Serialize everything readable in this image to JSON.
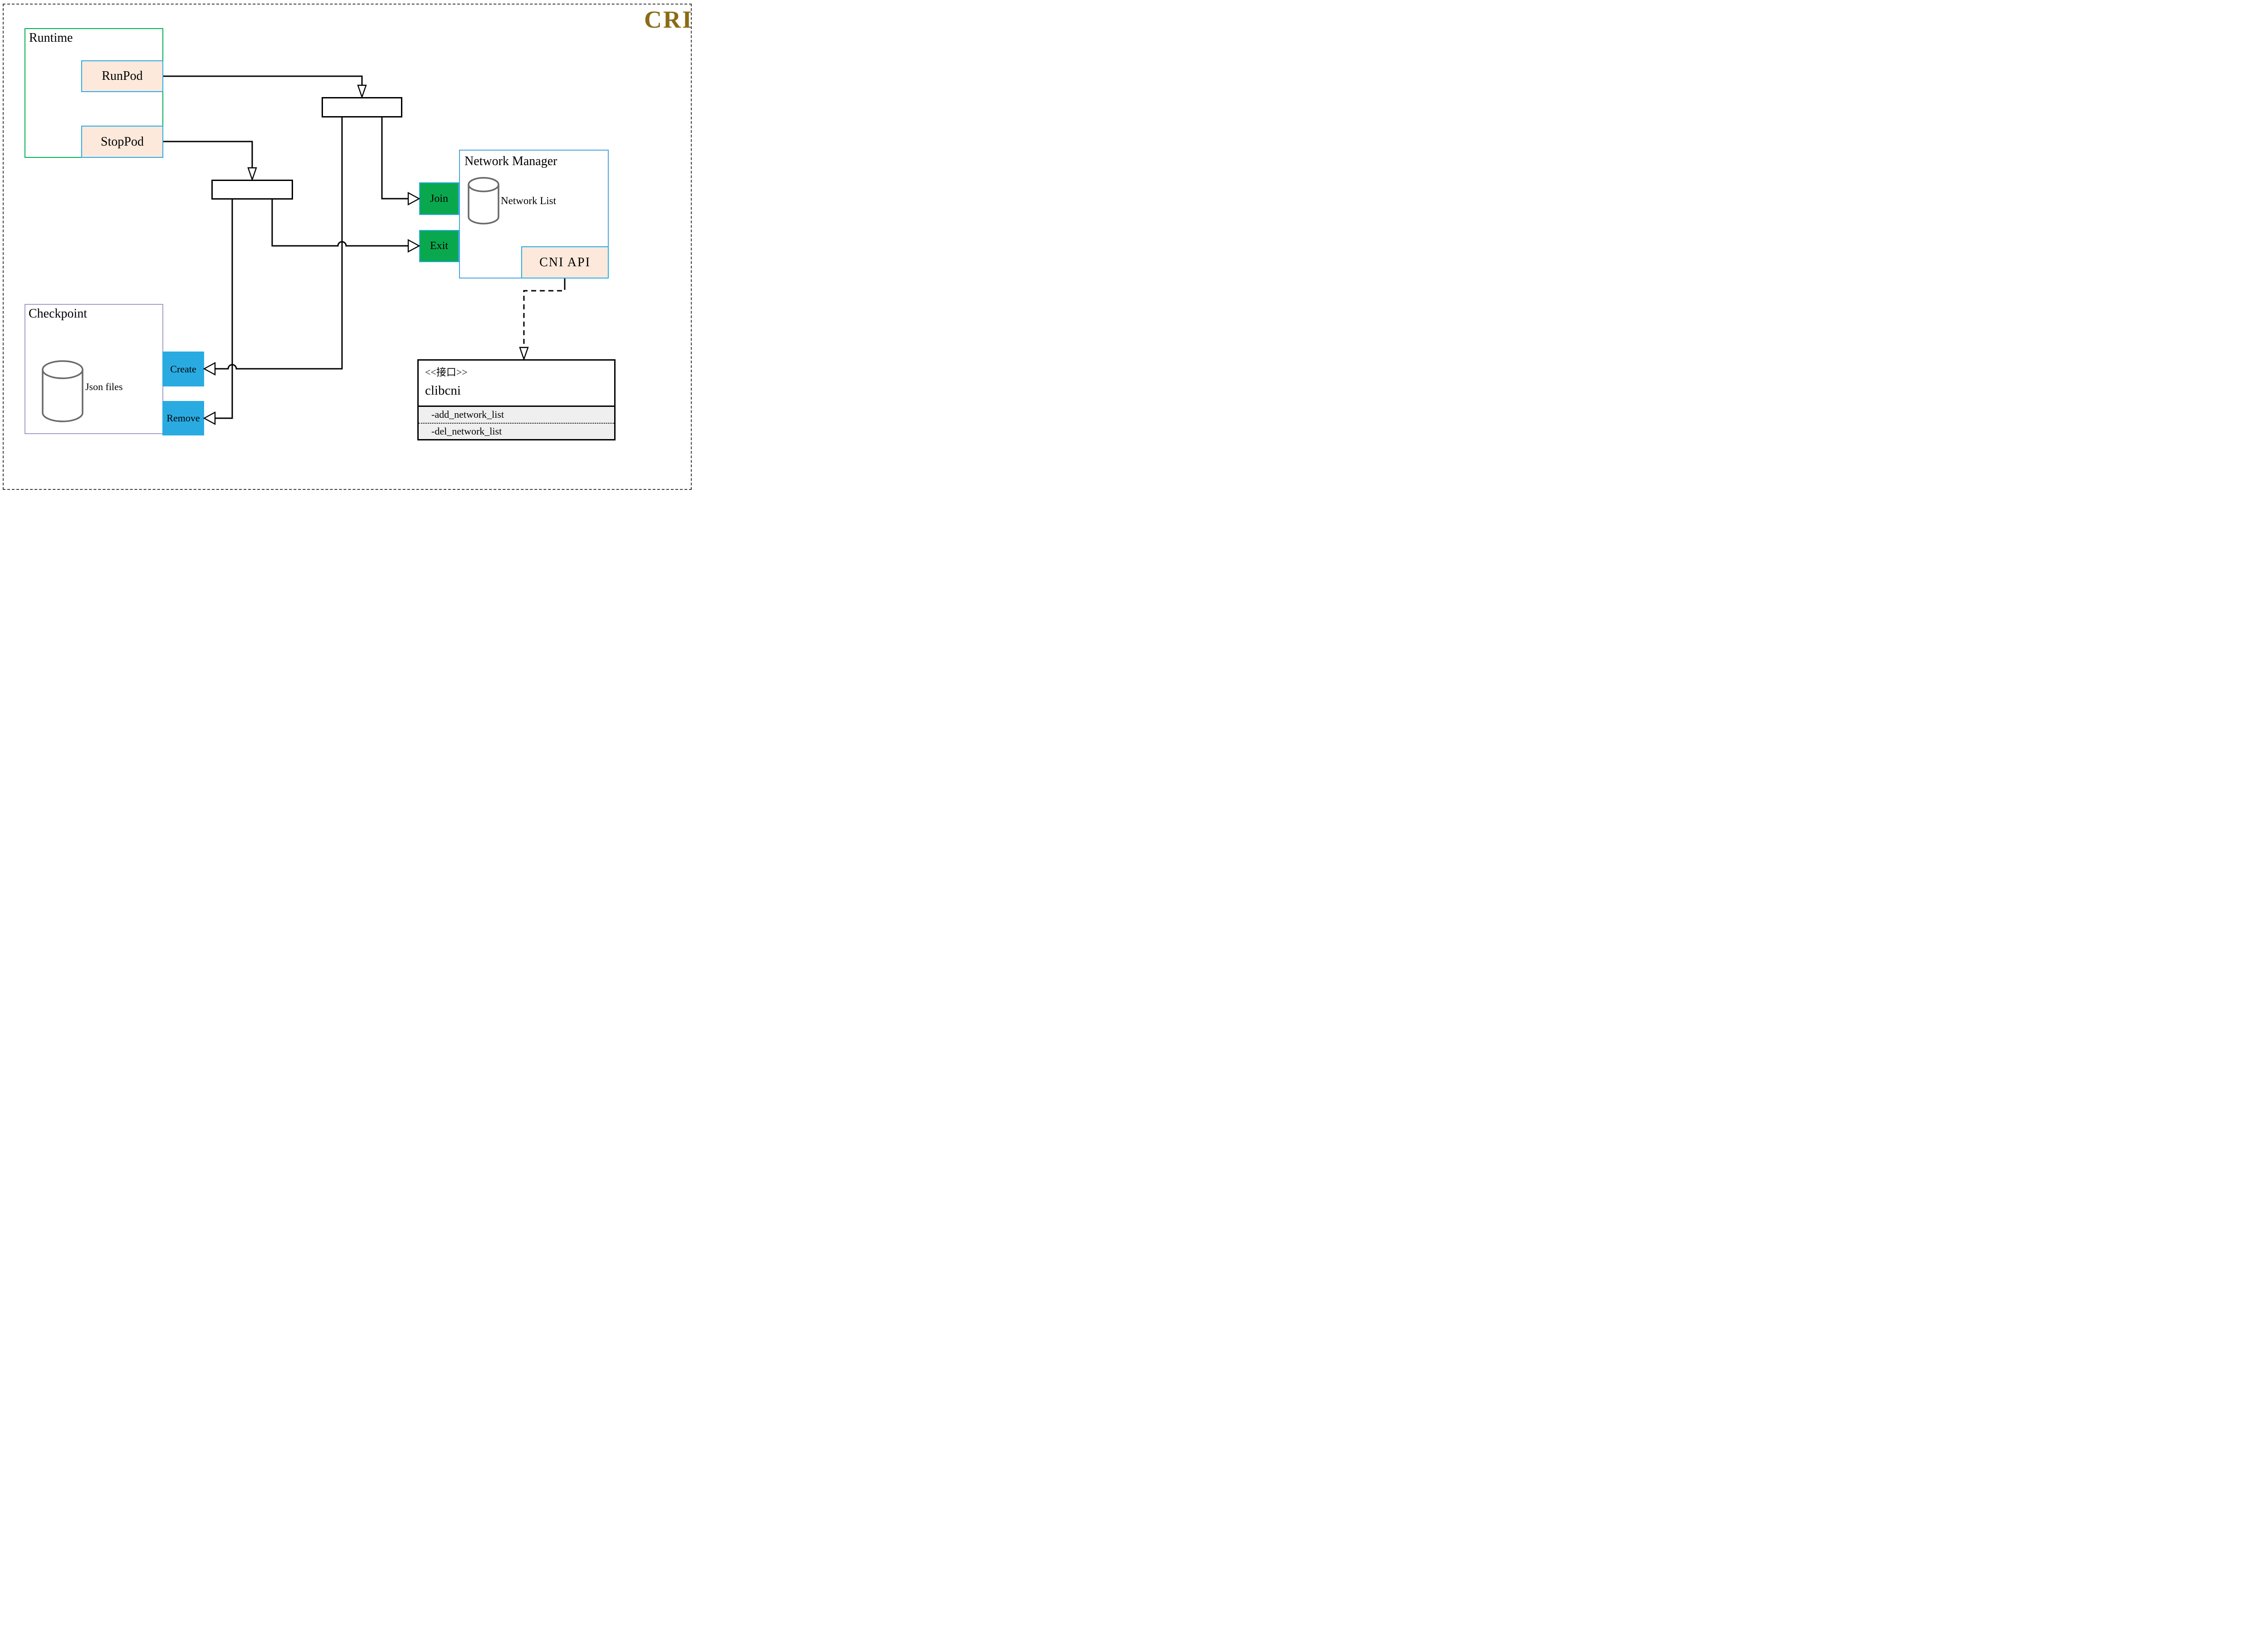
{
  "page": {
    "title_badge": "CRI"
  },
  "colors": {
    "cri_gold": "#8a6c15",
    "runtime_border_green": "#00b050",
    "action_peach_fill": "#fce9dc",
    "action_blue_border": "#29abe2",
    "join_exit_green": "#0aa84e",
    "create_remove_cyan": "#29abe2",
    "checkpoint_border_purple": "#a89cc8",
    "network_manager_border_blue": "#4aa3dc",
    "cylinder_gray": "#696969",
    "uml_section_gray": "#efefef",
    "connector_black": "#000000"
  },
  "runtime": {
    "label": "Runtime",
    "buttons": [
      {
        "label": "RunPod"
      },
      {
        "label": "StopPod"
      }
    ]
  },
  "checkpoint": {
    "label": "Checkpoint",
    "datastore_label": "Json files",
    "buttons": [
      {
        "label": "Create"
      },
      {
        "label": "Remove"
      }
    ]
  },
  "network_manager": {
    "label": "Network Manager",
    "datastore_label": "Network List",
    "buttons": [
      {
        "label": "Join"
      },
      {
        "label": "Exit"
      }
    ],
    "api_label": "CNI API"
  },
  "clibcni": {
    "stereotype": "<<接口>>",
    "name": "clibcni",
    "methods": [
      "-add_network_list",
      "-del_network_list"
    ]
  }
}
